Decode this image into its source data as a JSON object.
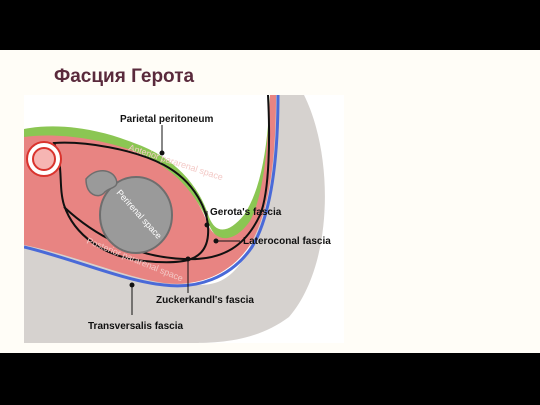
{
  "slide": {
    "title": "Фасция Герота"
  },
  "figure": {
    "labels": {
      "parietal_peritoneum": "Parietal peritoneum",
      "anterior_pararenal_space": "Anterior pararenal space",
      "perirenal_space": "Perirenal space",
      "gerotas_fascia": "Gerota's fascia",
      "lateroconal_fascia": "Lateroconal fascia",
      "posterior_pararenal_space": "Posterior pararenal space",
      "zuckerkandls_fascia": "Zuckerkandl's fascia",
      "transversalis_fascia": "Transversalis fascia"
    },
    "colors": {
      "slide_background": "#fffdf7",
      "frame": "#000000",
      "title": "#5a2a3c",
      "body_wall": "#d6d2cf",
      "peritoneum_green": "#8bc653",
      "pararenal_pink": "#e88482",
      "transversalis_blue": "#4a6ad8",
      "kidney_gray": "#9a9a9a",
      "fascia_line": "#111111",
      "space_text_pink": "#f3c9c6",
      "space_text_dark": "#ffffff"
    }
  }
}
